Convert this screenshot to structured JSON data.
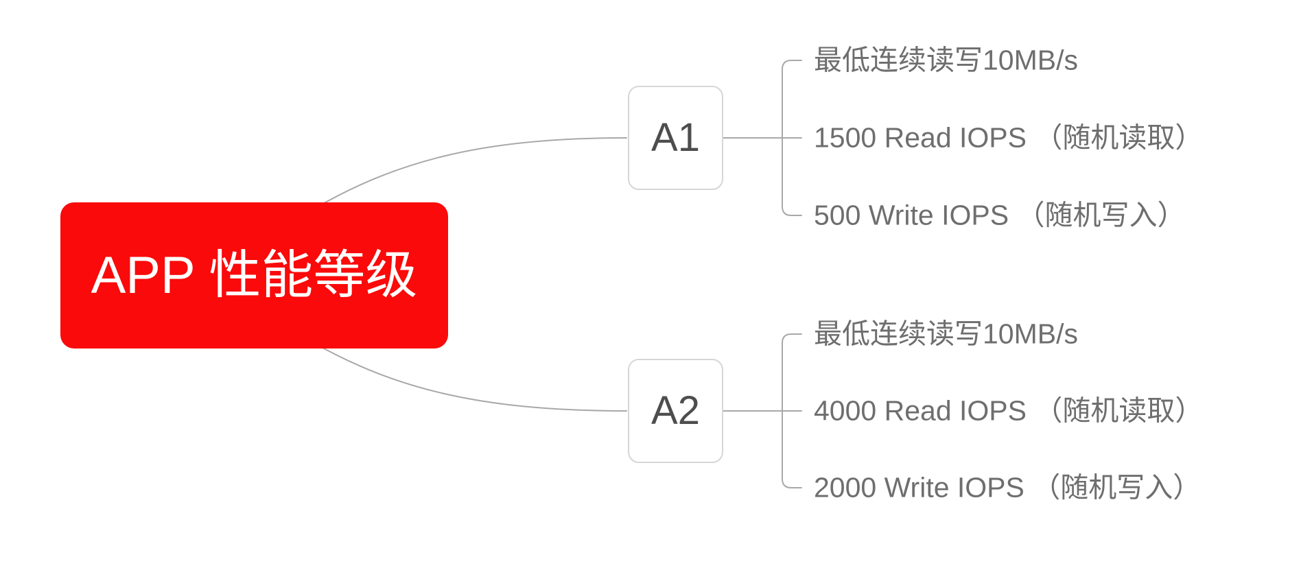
{
  "root": {
    "label": "APP 性能等级"
  },
  "branches": [
    {
      "label": "A1",
      "leaves": [
        "最低连续读写10MB/s",
        "1500 Read IOPS （随机读取）",
        "500 Write IOPS （随机写入）"
      ]
    },
    {
      "label": "A2",
      "leaves": [
        "最低连续读写10MB/s",
        "4000 Read IOPS （随机读取）",
        "2000 Write IOPS （随机写入）"
      ]
    }
  ],
  "colors": {
    "background": "#ffffff",
    "root_bg": "#fa0a0a",
    "root_text": "#ffffff",
    "branch_border": "#d6d6d6",
    "branch_bg": "#ffffff",
    "branch_text": "#4d4d4d",
    "leaf_text": "#6e6e6e",
    "connector": "#a8a8a8"
  }
}
